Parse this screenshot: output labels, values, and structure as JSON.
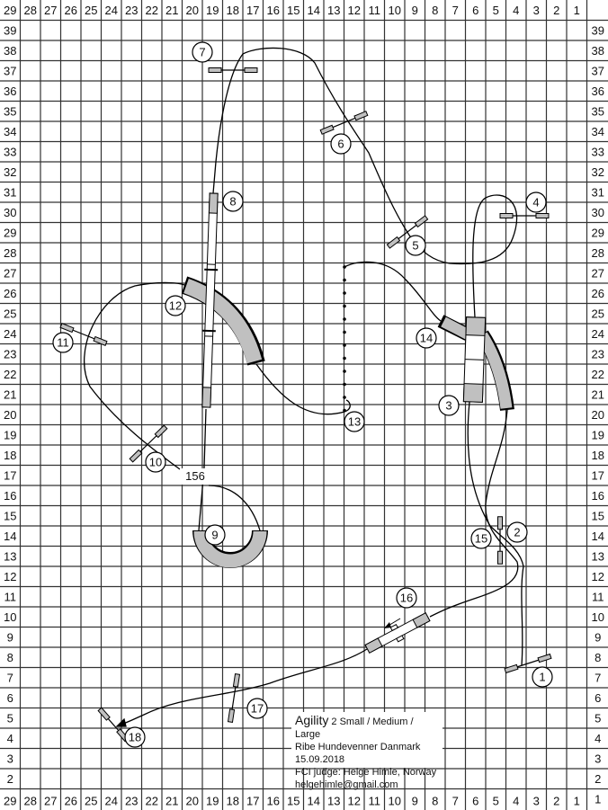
{
  "grid": {
    "column_labels": [
      "29",
      "28",
      "27",
      "26",
      "25",
      "24",
      "23",
      "22",
      "21",
      "20",
      "19",
      "18",
      "17",
      "16",
      "15",
      "14",
      "13",
      "12",
      "11",
      "10",
      "9",
      "8",
      "7",
      "6",
      "5",
      "4",
      "3",
      "2",
      "1"
    ],
    "row_labels": [
      "39",
      "38",
      "37",
      "36",
      "35",
      "34",
      "33",
      "32",
      "31",
      "30",
      "29",
      "28",
      "27",
      "26",
      "25",
      "24",
      "23",
      "22",
      "21",
      "20",
      "19",
      "18",
      "17",
      "16",
      "15",
      "14",
      "13",
      "12",
      "11",
      "10",
      "9",
      "8",
      "7",
      "6",
      "5",
      "4",
      "3",
      "2",
      "1"
    ]
  },
  "obstacles": [
    "1",
    "2",
    "3",
    "4",
    "5",
    "6",
    "7",
    "8",
    "9",
    "10",
    "11",
    "12",
    "13",
    "14",
    "15",
    "16",
    "17",
    "18"
  ],
  "course_length_label": "156",
  "info": {
    "title": "Agility",
    "class_line": "2 Small / Medium / Large",
    "club_date": "Ribe Hundevenner Danmark  15.09.2018",
    "judge": "FCI judge: Helge Himle, Norway",
    "email": "helgehimle@gmail.com"
  },
  "colors": {
    "equipment_fill": "#c0c0c0",
    "line": "#000000"
  }
}
